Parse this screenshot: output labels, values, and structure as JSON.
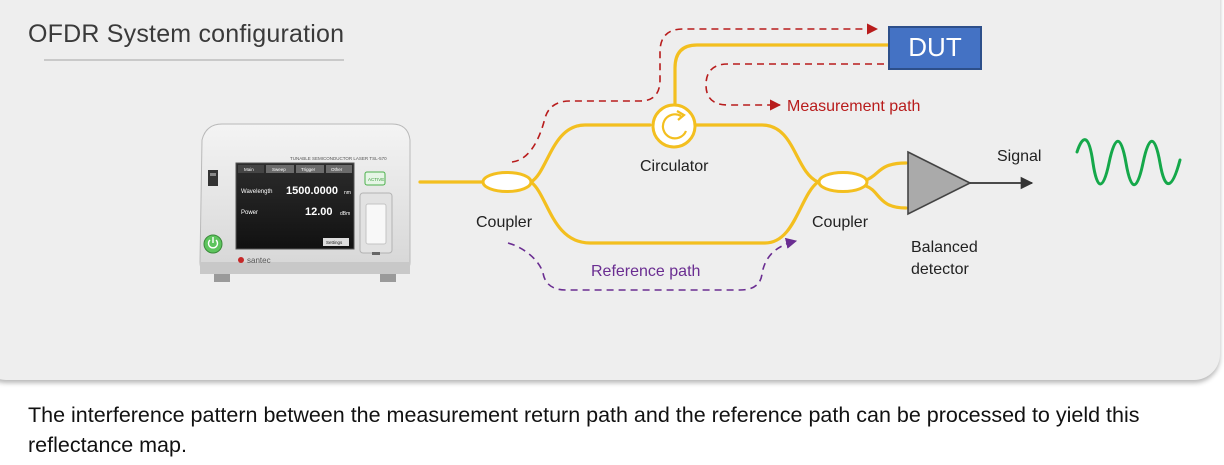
{
  "title": "OFDR System configuration",
  "caption": "The interference pattern between the measurement return path and the reference path can be processed to yield this reflectance map.",
  "labels": {
    "dut": "DUT",
    "measurement_path": "Measurement path",
    "reference_path": "Reference path",
    "circulator": "Circulator",
    "coupler_left": "Coupler",
    "coupler_right": "Coupler",
    "signal": "Signal",
    "balanced_detector_line1": "Balanced",
    "balanced_detector_line2": "detector"
  },
  "laser": {
    "model": "TUNABLE SEMICONDUCTOR LASER TSL-570",
    "brand": "santec",
    "tabs": [
      "Main",
      "Sweep",
      "Trigger",
      "Other"
    ],
    "wavelength_label": "Wavelength",
    "wavelength_value": "1500.0000",
    "wavelength_unit": "nm",
    "power_label": "Power",
    "power_value": "12.00",
    "power_unit": "dBm",
    "corner_button": "Settings",
    "status_button": "ACTIVE"
  },
  "colors": {
    "fiber": "#f3bf1f",
    "measurement_path": "#b81c1c",
    "reference_path": "#6a2d91",
    "dut_fill": "#4472c4",
    "signal_wave": "#15a84a",
    "detector_fill": "#aaaaaa"
  },
  "icons": [
    "usb-icon",
    "power-icon",
    "circulator-icon",
    "signal-wave-icon"
  ]
}
